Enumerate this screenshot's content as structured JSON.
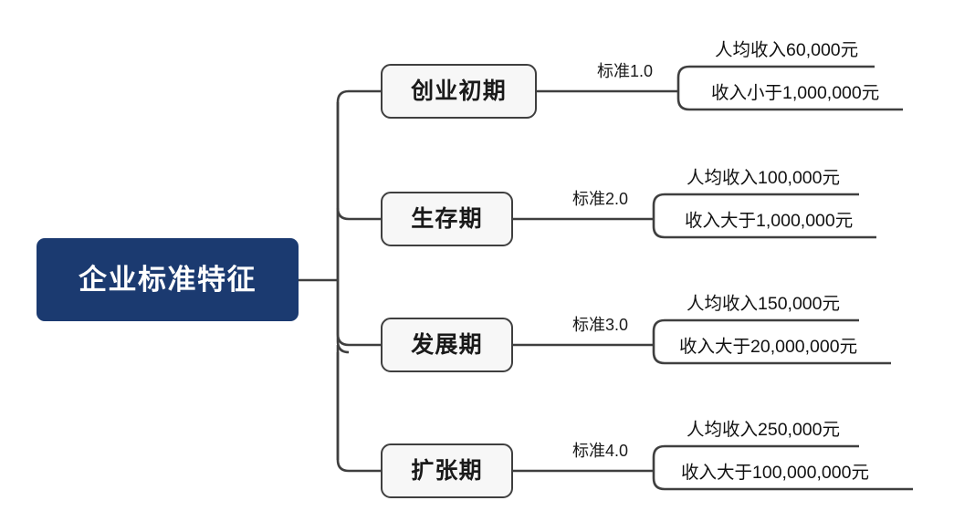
{
  "diagram": {
    "type": "mindmap",
    "title": "企业标准特征",
    "root": {
      "label": "企业标准特征",
      "fill": "#1b3a70",
      "text_color": "#ffffff"
    },
    "branch_style": {
      "fill": "#f7f7f7",
      "border": "#3f3f3f",
      "text_color": "#1a1a1a"
    },
    "connector_color": "#3f3f3f",
    "branches": [
      {
        "label": "创业初期",
        "edge_label": "标准1.0",
        "detail_top": "人均收入60,000元",
        "detail_bottom": "收入小于1,000,000元"
      },
      {
        "label": "生存期",
        "edge_label": "标准2.0",
        "detail_top": "人均收入100,000元",
        "detail_bottom": "收入大于1,000,000元"
      },
      {
        "label": "发展期",
        "edge_label": "标准3.0",
        "detail_top": "人均收入150,000元",
        "detail_bottom": "收入大于20,000,000元"
      },
      {
        "label": "扩张期",
        "edge_label": "标准4.0",
        "detail_top": "人均收入250,000元",
        "detail_bottom": "收入大于100,000,000元"
      }
    ]
  }
}
